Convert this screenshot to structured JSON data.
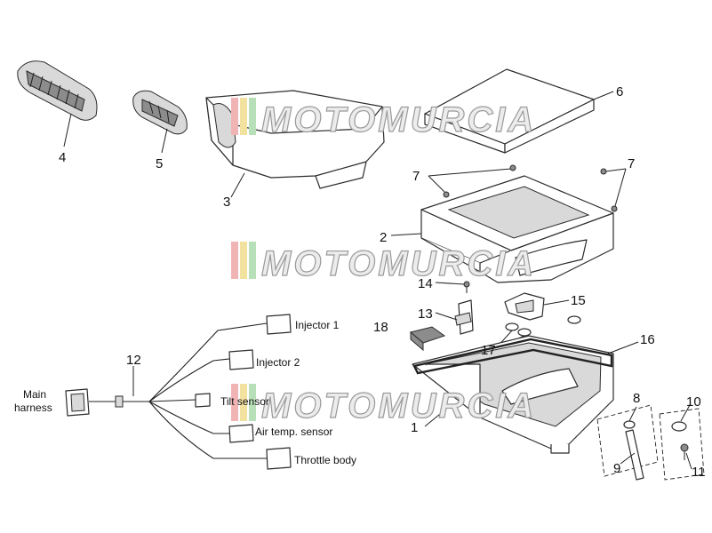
{
  "watermark": {
    "text": "MOTOMURCIA"
  },
  "part_numbers": {
    "p1": "1",
    "p2": "2",
    "p3": "3",
    "p4": "4",
    "p5": "5",
    "p6": "6",
    "p7a": "7",
    "p7b": "7",
    "p8": "8",
    "p9": "9",
    "p10": "10",
    "p11": "11",
    "p12": "12",
    "p13": "13",
    "p14": "14",
    "p15": "15",
    "p16": "16",
    "p17": "17",
    "p18": "18"
  },
  "wiring_labels": {
    "main_harness": "Main\nharness",
    "injector_1": "Injector 1",
    "injector_2": "Injector 2",
    "tilt_sensor": "Tilt sensor",
    "air_temp_sensor": "Air temp. sensor",
    "throttle_body": "Throttle body"
  }
}
